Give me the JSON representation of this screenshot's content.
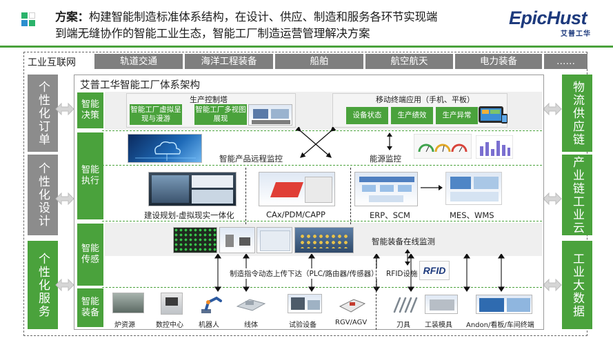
{
  "header": {
    "lead": "方案：",
    "line1": "构建智能制造标准体系结构，在设计、供应、制造和服务各环节实现端",
    "line2": "到端无缝协作的智能工业生态，智能工厂制造运营管理解决方案",
    "logo_text": "EpicHust",
    "logo_sub": "艾普工华"
  },
  "colors": {
    "accent_green": "#4aa23c",
    "cat_gray": "#7f7f7f",
    "brand_blue": "#1d3a7d",
    "side_gray": "#8c8c8c"
  },
  "top_bar": {
    "label": "工业互联网",
    "categories": [
      "轨道交通",
      "海洋工程装备",
      "船舶",
      "航空航天",
      "电力装备",
      "……"
    ]
  },
  "left_side": [
    {
      "label": "个性化订单"
    },
    {
      "label": "个性化设计"
    },
    {
      "label": "个性化服务"
    }
  ],
  "right_side": [
    {
      "label": "物流供应链"
    },
    {
      "label": "产业链工业云"
    },
    {
      "label": "工业大数据"
    }
  ],
  "arch": {
    "title": "艾普工华智能工厂体系架构",
    "layers": [
      {
        "label": "智能决策"
      },
      {
        "label": "智能执行"
      },
      {
        "label": "智能传感"
      },
      {
        "label": "智能装备"
      }
    ]
  },
  "decision": {
    "tower_label": "生产控制塔",
    "tower_boxes": [
      "智能工厂虚拟呈现与漫游",
      "智能工厂多视图展现"
    ],
    "mobile_label": "移动终端应用（手机、平板）",
    "mobile_boxes": [
      "设备状态",
      "生产绩效",
      "生产异常"
    ]
  },
  "execution": {
    "remote_monitor": "智能产品远程监控",
    "energy_monitor": "能源监控",
    "modules": [
      "建设规划-虚拟现实一体化",
      "CAx/PDM/CAPP",
      "ERP、SCM",
      "MES、WMS"
    ]
  },
  "sensing": {
    "online_monitor": "智能装备在线监测",
    "plc_text": "制造指令动态上传下达（PLC/路由器/传感器）",
    "rfid_label": "RFID设施",
    "rfid_badge": "RFID"
  },
  "equipment": {
    "items": [
      "炉资源",
      "数控中心",
      "机器人",
      "线体",
      "试验设备",
      "RGV/AGV",
      "刀具",
      "工装模具",
      "Andon/看板/车间终端"
    ]
  }
}
